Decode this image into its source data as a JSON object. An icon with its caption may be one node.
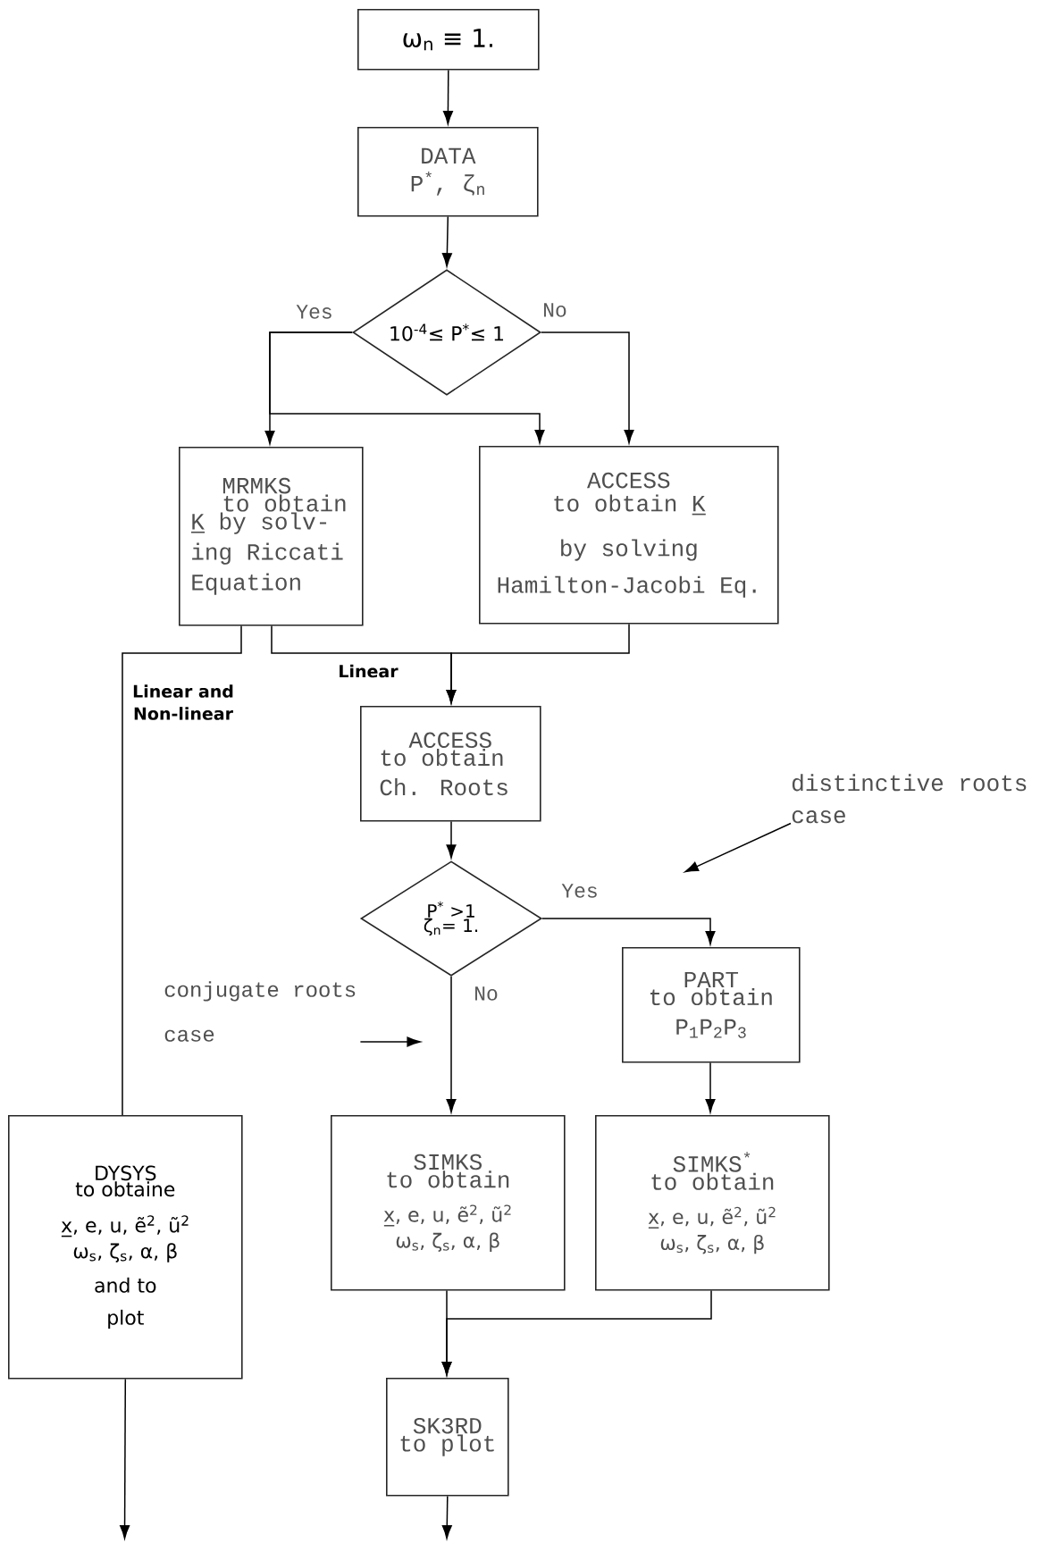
{
  "diagram": {
    "nodes": [
      {
        "text": [
          "ω$_{n}$ ≡ 1."
        ]
      },
      {
        "text": [
          "DATA",
          "P$^{*}$, ζ$_{n}$"
        ]
      },
      {
        "text": [
          "10$^{-4}$≤ P$^{*}$≤ 1"
        ]
      },
      {
        "text": [
          "MRMKS",
          "to obtain",
          "K̲ by solv- ing Riccati Equation"
        ]
      },
      {
        "text": [
          "ACCESS",
          "to obtain K̲ by solving",
          "Hamilton-Jacobi Eq."
        ]
      },
      {
        "text": [
          "ACCESS",
          "to obtain Ch. Roots"
        ]
      },
      {
        "text": [
          "P$^{*}$ >1",
          "ζ$_{n}$= 1."
        ]
      },
      {
        "text": [
          "PART",
          "to obtain P$_{1}$P$_{2}$P$_{3}$"
        ]
      },
      {
        "text": [
          "DYSYS",
          "to obtaine",
          "x̲, e, u, ẽ$^{2}$, ũ$^{2}$",
          "ω$_{s}$, ζ$_{s}$, α, β",
          "and to plot"
        ]
      },
      {
        "text": [
          "SIMKS",
          "to obtain",
          "x̲, e, u, ẽ$^{2}$, ũ$^{2}$",
          "ω$_{s}$, ζ$_{s}$, α, β"
        ]
      },
      {
        "text": [
          "SIMKS$^{*}$",
          "to obtain",
          "x̲, e, u, ẽ$^{2}$, ũ$^{2}$",
          "ω$_{s}$, ζ$_{s}$, α, β"
        ]
      },
      {
        "text": [
          "SK3RD",
          "to plot"
        ]
      },
      {
        "text": [
          "distinctive roots case"
        ]
      },
      {
        "text": [
          "conjugate roots case"
        ]
      }
    ],
    "edges": [
      {
        "from": 0,
        "to": 1,
        "arrow": "to"
      },
      {
        "from": 1,
        "to": 2,
        "arrow": "to"
      },
      {
        "from": 2,
        "to": 3,
        "arrow": "to",
        "label": "Yes"
      },
      {
        "from": 2,
        "to": 4,
        "arrow": "to"
      },
      {
        "from": 2,
        "to": 4,
        "arrow": "to",
        "label": "No"
      },
      {
        "from": 3,
        "to": 8,
        "arrow": "none",
        "label": "Linear and Non-linear"
      },
      {
        "from": 3,
        "to": 5,
        "arrow": "to",
        "label": "Linear"
      },
      {
        "from": 4,
        "to": 5,
        "arrow": "to"
      },
      {
        "from": 5,
        "to": 6,
        "arrow": "to"
      },
      {
        "from": 6,
        "to": 7,
        "arrow": "to",
        "label": "Yes"
      },
      {
        "from": 6,
        "to": 9,
        "arrow": "to",
        "label": "No"
      },
      {
        "from": 7,
        "to": 10,
        "arrow": "to"
      },
      {
        "from": 9,
        "to": 11,
        "arrow": "to"
      },
      {
        "from": 10,
        "to": 11,
        "arrow": "to"
      },
      {
        "from": 8,
        "to": null,
        "arrow": "to"
      },
      {
        "from": 11,
        "to": null,
        "arrow": "to"
      },
      {
        "from": 12,
        "to": null,
        "arrow": "to"
      },
      {
        "from": 13,
        "to": null,
        "arrow": "to"
      }
    ]
  }
}
